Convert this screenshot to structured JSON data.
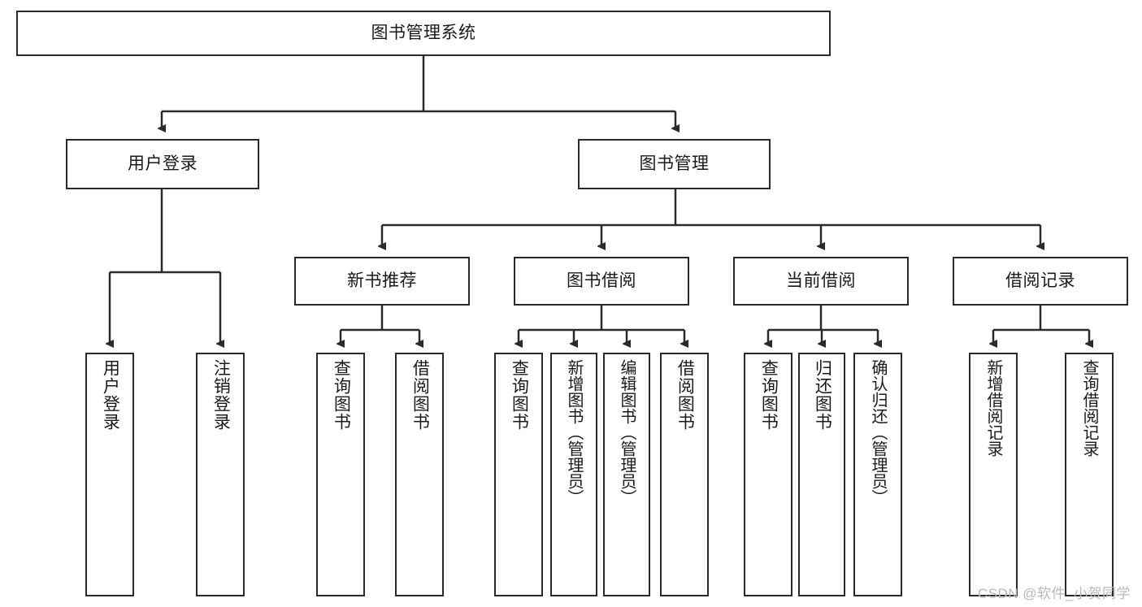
{
  "diagram": {
    "title": "图书管理系统",
    "type": "tree",
    "watermark": "CSDN @软件_小贺同学",
    "colors": {
      "border": "#2b2b2b",
      "background": "#ffffff",
      "text": "#1a1a1a",
      "connector": "#2b2b2b",
      "watermark": "#b9b9b9"
    },
    "root": {
      "label": "图书管理系统"
    },
    "level2": [
      {
        "label": "用户登录"
      },
      {
        "label": "图书管理"
      }
    ],
    "level3": [
      {
        "label": "新书推荐"
      },
      {
        "label": "图书借阅"
      },
      {
        "label": "当前借阅"
      },
      {
        "label": "借阅记录"
      }
    ],
    "leaves": {
      "user_login": [
        {
          "label": "用户登录"
        },
        {
          "label": "注销登录"
        }
      ],
      "new_book_recommend": [
        {
          "label": "查询图书"
        },
        {
          "label": "借阅图书"
        }
      ],
      "book_borrow": [
        {
          "label": "查询图书"
        },
        {
          "label": "新增图书（管理员）"
        },
        {
          "label": "编辑图书（管理员）"
        },
        {
          "label": "借阅图书"
        }
      ],
      "current_borrow": [
        {
          "label": "查询图书"
        },
        {
          "label": "归还图书"
        },
        {
          "label": "确认归还（管理员）"
        }
      ],
      "borrow_record": [
        {
          "label": "新增借阅记录"
        },
        {
          "label": "查询借阅记录"
        }
      ]
    }
  }
}
